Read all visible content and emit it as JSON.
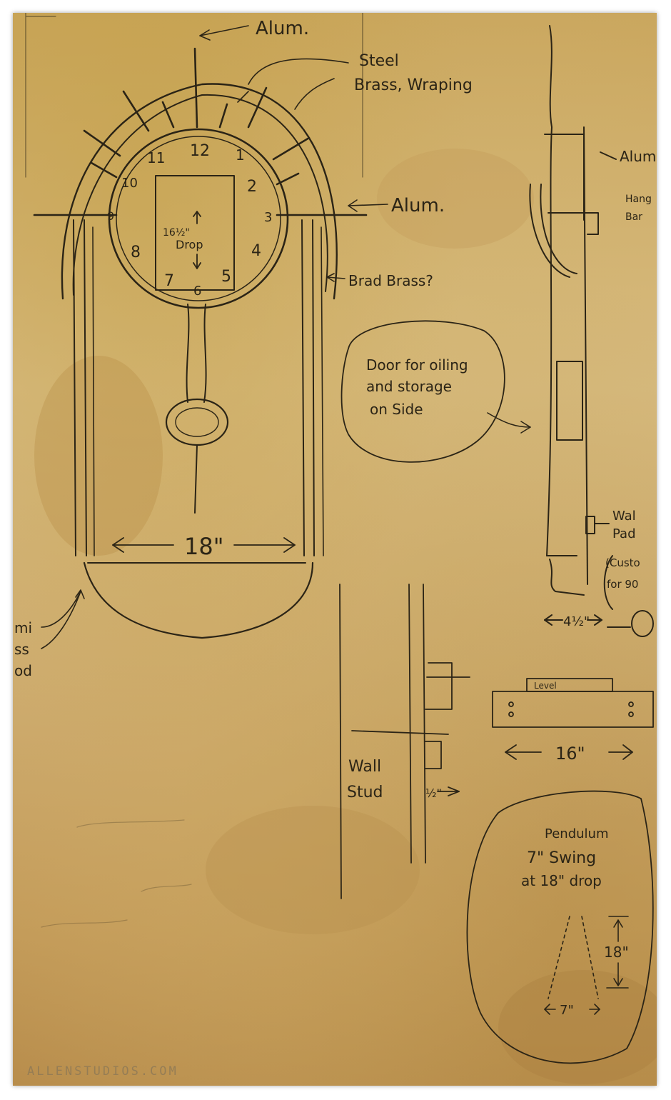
{
  "labels": {
    "alum_top": "Alum.",
    "steel": "Steel",
    "brass_wrapping": "Brass, Wraping",
    "alum_right": "Alum.",
    "brad_brass": "Brad Brass?",
    "drop_1": "16½\"",
    "drop_2": "Drop",
    "width": "18\"",
    "left_1": "mi",
    "left_2": "ss",
    "left_3": "od",
    "door_1": "Door for oiling",
    "door_2": "and storage",
    "door_3": "on Side",
    "side_alum": "Alum",
    "side_hang_1": "Hang",
    "side_hang_2": "Bar",
    "side_wall_1": "Wal",
    "side_wall_2": "Pad",
    "side_cust_1": "(Custo",
    "side_cust_2": "for 90",
    "depth": "4½\"",
    "wall": "Wall",
    "stud": "Stud",
    "half": "½\"",
    "level": "Level",
    "bar_width": "16\"",
    "pendulum_1": "Pendulum",
    "pendulum_2": "7\" Swing",
    "pendulum_3": "at 18\" drop",
    "pend_height": "18\"",
    "pend_width": "7\"",
    "clock_numbers": [
      "12",
      "1",
      "2",
      "3",
      "4",
      "5",
      "6",
      "7",
      "8",
      "9",
      "10",
      "11"
    ]
  },
  "watermark": "ALLENSTUDIOS.COM"
}
